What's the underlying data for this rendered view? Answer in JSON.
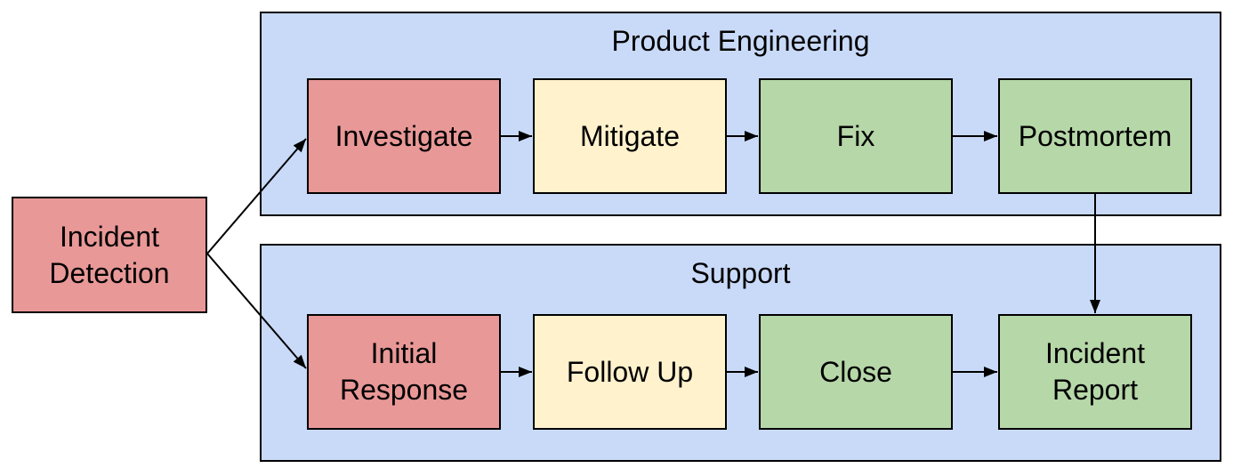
{
  "colors": {
    "node-red": "#E89897",
    "node-yellow": "#FFF2CC",
    "node-green": "#B6D7A8",
    "lane-blue": "#C9DAF8",
    "border": "#000000",
    "arrow": "#000000",
    "text": "#000000",
    "canvas-bg": "#FFFFFF"
  },
  "diagram": {
    "start": {
      "id": "incident-detection",
      "label": "Incident Detection",
      "color_role": "red"
    },
    "lanes": [
      {
        "id": "product-engineering",
        "title": "Product Engineering",
        "steps": [
          {
            "id": "investigate",
            "label": "Investigate",
            "color_role": "red"
          },
          {
            "id": "mitigate",
            "label": "Mitigate",
            "color_role": "yellow"
          },
          {
            "id": "fix",
            "label": "Fix",
            "color_role": "green"
          },
          {
            "id": "postmortem",
            "label": "Postmortem",
            "color_role": "green"
          }
        ]
      },
      {
        "id": "support",
        "title": "Support",
        "steps": [
          {
            "id": "initial-response",
            "label": "Initial Response",
            "color_role": "red"
          },
          {
            "id": "follow-up",
            "label": "Follow Up",
            "color_role": "yellow"
          },
          {
            "id": "close",
            "label": "Close",
            "color_role": "green"
          },
          {
            "id": "incident-report",
            "label": "Incident Report",
            "color_role": "green"
          }
        ]
      }
    ],
    "edges": [
      {
        "from": "incident-detection",
        "to": "investigate"
      },
      {
        "from": "incident-detection",
        "to": "initial-response"
      },
      {
        "from": "investigate",
        "to": "mitigate"
      },
      {
        "from": "mitigate",
        "to": "fix"
      },
      {
        "from": "fix",
        "to": "postmortem"
      },
      {
        "from": "postmortem",
        "to": "incident-report"
      },
      {
        "from": "initial-response",
        "to": "follow-up"
      },
      {
        "from": "follow-up",
        "to": "close"
      },
      {
        "from": "close",
        "to": "incident-report"
      }
    ]
  }
}
